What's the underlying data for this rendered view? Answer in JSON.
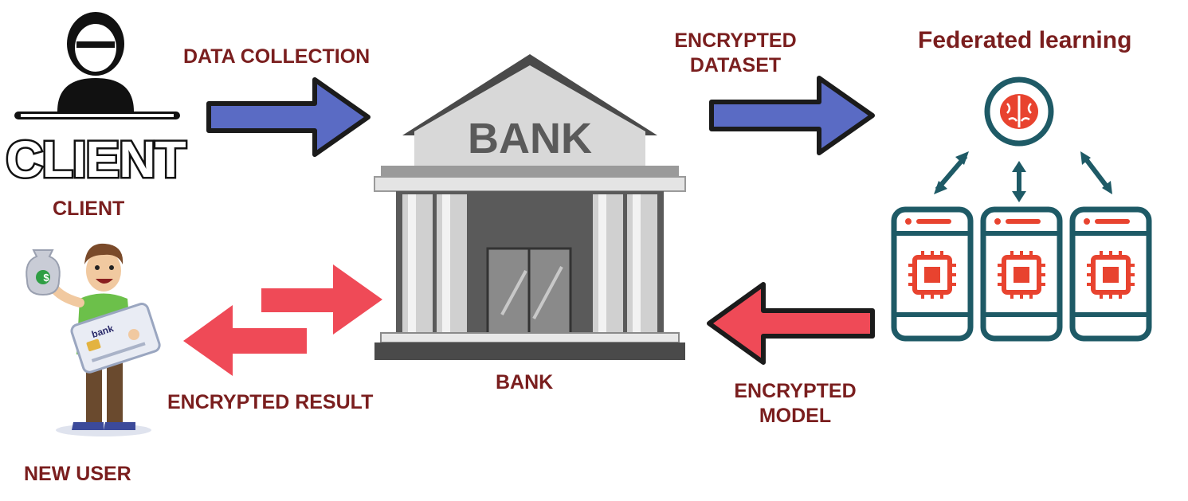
{
  "labels": {
    "client_caption": "CLIENT",
    "client_icon_text": "CLIENT",
    "data_collection": "DATA COLLECTION",
    "encrypted_dataset_line1": "ENCRYPTED",
    "encrypted_dataset_line2": "DATASET",
    "federated_learning": "Federated learning",
    "bank_sign": "BANK",
    "bank_caption": "BANK",
    "new_user": "NEW USER",
    "encrypted_result": "ENCRYPTED RESULT",
    "encrypted_model_line1": "ENCRYPTED",
    "encrypted_model_line2": "MODEL",
    "card_brand": "bank",
    "money_symbol": "$"
  },
  "colors": {
    "label_text": "#7a1e1e",
    "blue_arrow": "#5a6bc4",
    "red_arrow": "#ef4a57",
    "outline": "#1b1b1b",
    "teal": "#1e5a66",
    "chip_red": "#e8432f"
  },
  "icons": {
    "client": "client-person-icon",
    "bank": "bank-building-icon",
    "brain": "brain-icon",
    "devices": "mobile-device-chip-icon",
    "user": "new-user-person-icon"
  }
}
